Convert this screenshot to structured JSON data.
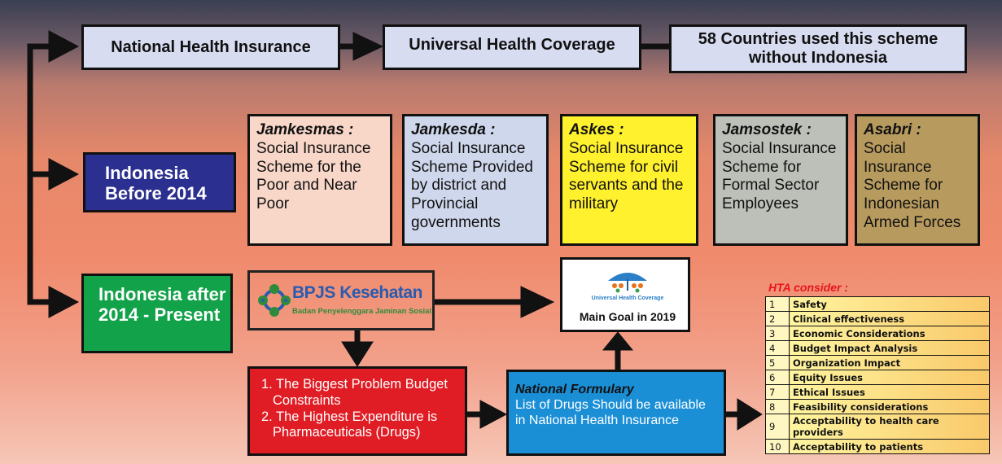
{
  "top_row": {
    "nhi": "National Health Insurance",
    "uhc": "Universal Health Coverage",
    "countries": "58 Countries used this scheme without Indonesia"
  },
  "before_2014": {
    "label": "Indonesia Before 2014",
    "schemes": [
      {
        "title": "Jamkesmas :",
        "desc": "Social Insurance Scheme for the Poor and Near Poor",
        "color": "#f8d6c8"
      },
      {
        "title": "Jamkesda :",
        "desc": "Social Insurance Scheme Provided by district and Provincial governments",
        "color": "#cfd7ec"
      },
      {
        "title": "Askes :",
        "desc": "Social Insurance Scheme for civil servants and the military",
        "color": "#fff12e"
      },
      {
        "title": "Jamsostek :",
        "desc": "Social Insurance Scheme for Formal Sector Employees",
        "color": "#bcc0b8"
      },
      {
        "title": "Asabri :",
        "desc": "Social Insurance Scheme for Indonesian Armed Forces",
        "color": "#b79a5e"
      }
    ]
  },
  "after_2014": {
    "label": "Indonesia after 2014 - Present",
    "bpjs_name": "BPJS Kesehatan",
    "bpjs_sub": "Badan Penyelenggara Jaminan Sosial",
    "uhc_logo_text": "Universal Health Coverage",
    "main_goal": "Main Goal in 2019",
    "problems": [
      "1. The Biggest Problem Budget Constraints",
      "2. The Highest Expenditure is Pharmaceuticals (Drugs)"
    ],
    "formulary_title": "National Formulary",
    "formulary_desc": "List of Drugs Should be available in National Health Insurance"
  },
  "hta": {
    "title": "HTA consider :",
    "items": [
      {
        "num": "1",
        "label": "Safety"
      },
      {
        "num": "2",
        "label": "Clinical effectiveness"
      },
      {
        "num": "3",
        "label": "Economic Considerations"
      },
      {
        "num": "4",
        "label": "Budget Impact Analysis"
      },
      {
        "num": "5",
        "label": "Organization Impact"
      },
      {
        "num": "6",
        "label": "Equity Issues"
      },
      {
        "num": "7",
        "label": "Ethical Issues"
      },
      {
        "num": "8",
        "label": "Feasibility considerations"
      },
      {
        "num": "9",
        "label": "Acceptability to health care providers"
      },
      {
        "num": "10",
        "label": "Acceptability to patients"
      }
    ]
  },
  "colors": {
    "before_box": "#2b2f8f",
    "after_box": "#12a24a",
    "problem_box": "#e01d24",
    "formulary_box": "#1b8fd6"
  }
}
